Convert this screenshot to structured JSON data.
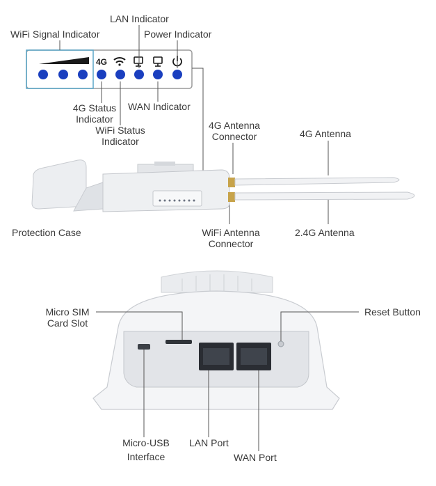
{
  "labels": {
    "wifi_signal_indicator": "WiFi Signal Indicator",
    "lan_indicator": "LAN Indicator",
    "power_indicator": "Power Indicator",
    "status_4g_line1": "4G Status",
    "status_4g_line2": "Indicator",
    "wan_indicator": "WAN Indicator",
    "wifi_status_line1": "WiFi Status",
    "wifi_status_line2": "Indicator",
    "antenna_connector_4g_line1": "4G Antenna",
    "antenna_connector_4g_line2": "Connector",
    "antenna_4g": "4G Antenna",
    "protection_case": "Protection Case",
    "wifi_antenna_connector_line1": "WiFi Antenna",
    "wifi_antenna_connector_line2": "Connector",
    "antenna_24g": "2.4G Antenna",
    "micro_sim_line1": "Micro SIM",
    "micro_sim_line2": "Card Slot",
    "reset_button": "Reset Button",
    "micro_usb_line1": "Micro-USB",
    "micro_usb_line2": "Interface",
    "lan_port": "LAN Port",
    "wan_port": "WAN Port"
  },
  "panel": {
    "badge_4g": "4G"
  },
  "colors": {
    "led_blue": "#1a3fbf",
    "line": "#555555",
    "highlight_box": "#5aa6c8",
    "device_body": "#e9eaec"
  }
}
